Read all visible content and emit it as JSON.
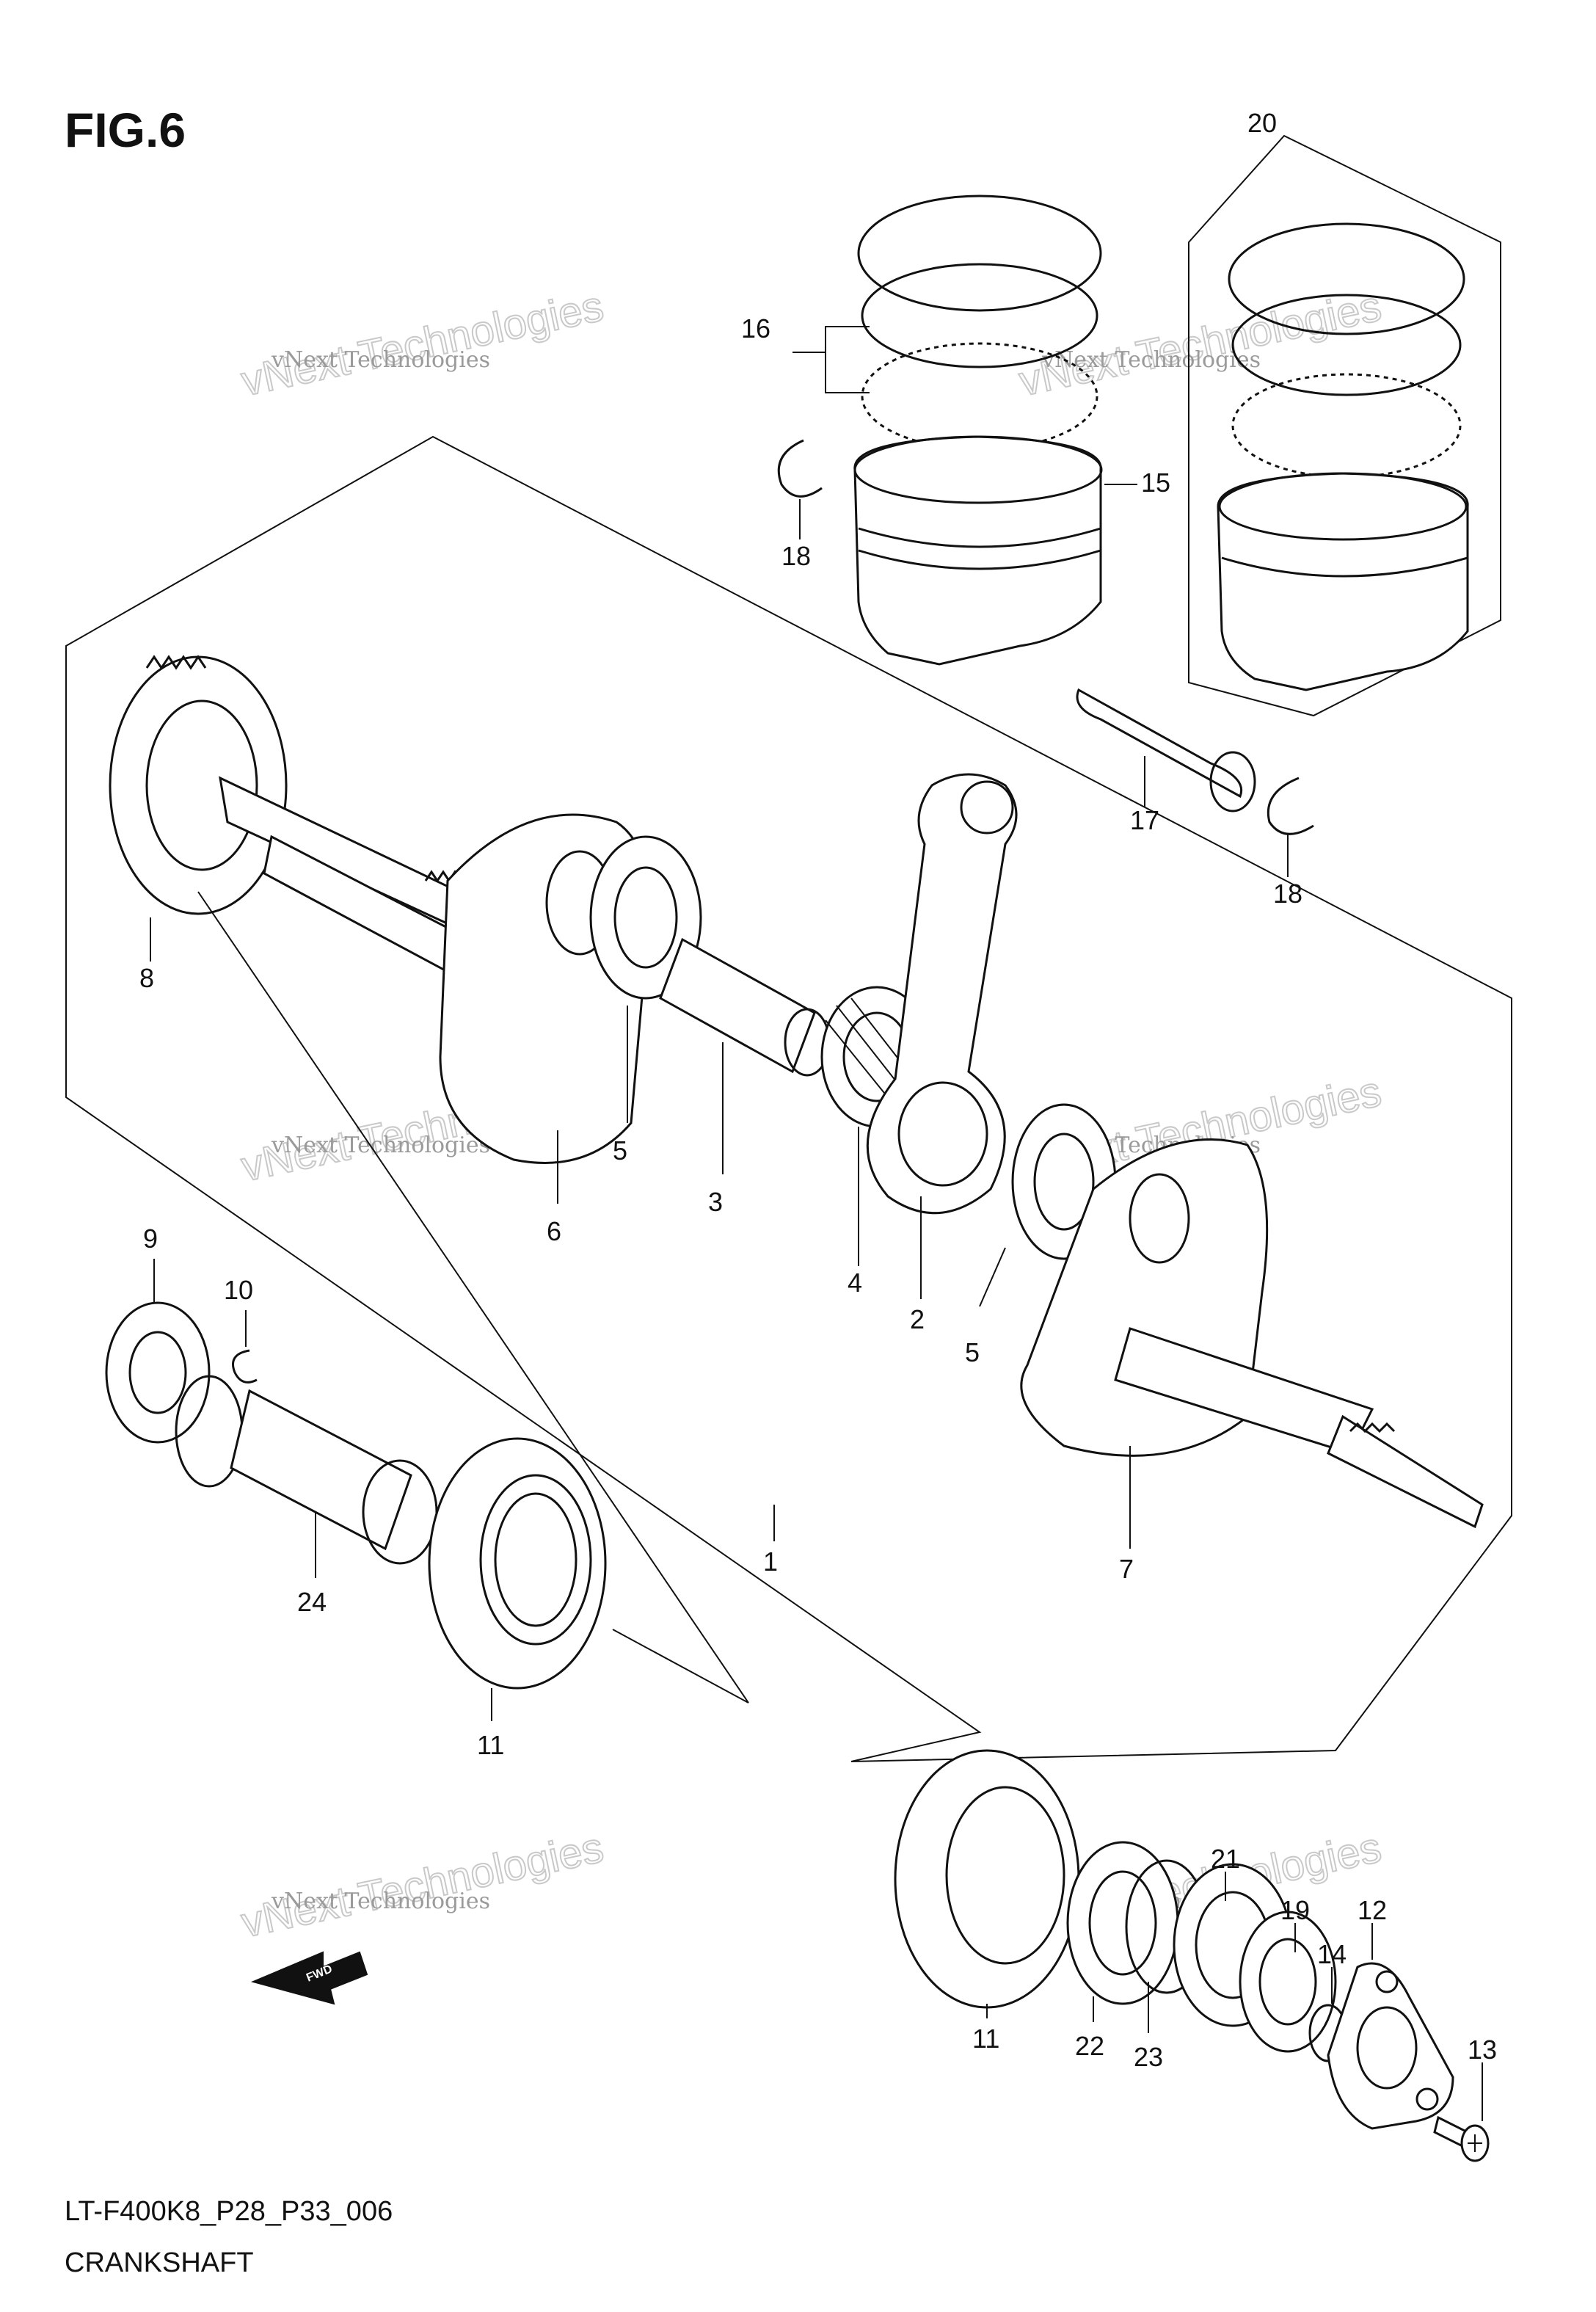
{
  "figure_title": "FIG.6",
  "model_code": "LT-F400K8_P28_P33_006",
  "section_title": "CRANKSHAFT",
  "watermark": {
    "line1": "vNext Technologies",
    "line2": "vNext Technologies"
  },
  "direction_marker": "FWD",
  "part_labels": {
    "p1": "1",
    "p2": "2",
    "p3": "3",
    "p4": "4",
    "p5a": "5",
    "p5b": "5",
    "p6": "6",
    "p7": "7",
    "p8": "8",
    "p9": "9",
    "p10": "10",
    "p11a": "11",
    "p11b": "11",
    "p12": "12",
    "p13": "13",
    "p14": "14",
    "p15": "15",
    "p16": "16",
    "p17": "17",
    "p18a": "18",
    "p18b": "18",
    "p19": "19",
    "p20": "20",
    "p21": "21",
    "p22": "22",
    "p23": "23",
    "p24": "24"
  }
}
